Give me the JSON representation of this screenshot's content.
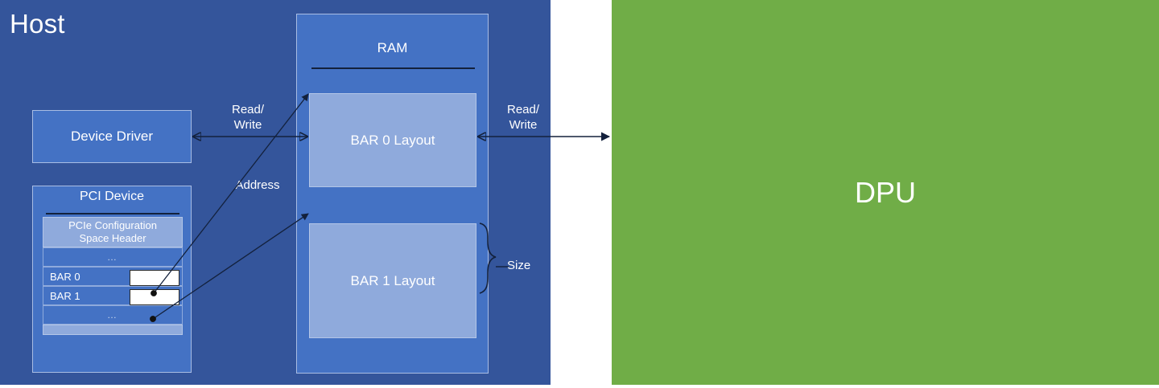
{
  "diagram": {
    "title": "Host / RAM / DPU BAR mapping diagram",
    "colors": {
      "host_bg": "#34559b",
      "box_blue": "#4472c4",
      "layout_blue": "#8faadc",
      "dpu_green": "#70ad47",
      "border_light": "#a9bde4",
      "line_black": "#13213c"
    }
  },
  "host": {
    "title": "Host",
    "device_driver": {
      "label": "Device Driver"
    },
    "pci_device": {
      "title": "PCI Device",
      "rows": [
        {
          "label": "PCIe Configuration\nSpace Header",
          "type": "header",
          "value": ""
        },
        {
          "label": "…",
          "type": "ellipsis",
          "value": ""
        },
        {
          "label": "BAR 0",
          "type": "register",
          "value": ""
        },
        {
          "label": "BAR 1",
          "type": "register",
          "value": ""
        },
        {
          "label": "…",
          "type": "ellipsis",
          "value": ""
        },
        {
          "label": "",
          "type": "pad",
          "value": ""
        }
      ]
    }
  },
  "ram": {
    "title": "RAM",
    "regions": [
      {
        "label": "BAR 0 Layout"
      },
      {
        "label": "BAR 1 Layout"
      }
    ]
  },
  "dpu": {
    "title": "DPU"
  },
  "connections": {
    "read_write_left": "Read/\nWrite",
    "read_write_right": "Read/\nWrite",
    "address": "Address",
    "size": "Size"
  }
}
